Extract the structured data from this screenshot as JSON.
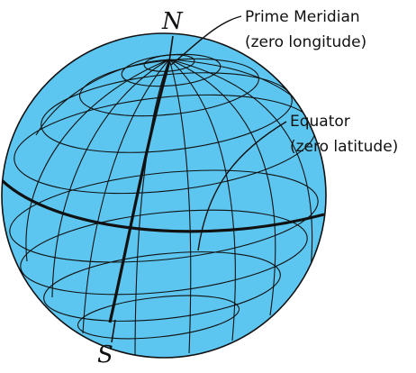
{
  "labels": {
    "north": "N",
    "south": "S",
    "prime_meridian_line1": "Prime Meridian",
    "prime_meridian_line2": "(zero longitude)",
    "equator_line1": "Equator",
    "equator_line2": "(zero latitude)"
  },
  "colors": {
    "globe_fill": "#5cc6f0",
    "grid_lines": "#111111"
  }
}
